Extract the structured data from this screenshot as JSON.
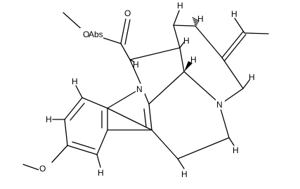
{
  "molecule": {
    "atom_labels": {
      "ester_carbonyl_o": "O",
      "ester_o": "O",
      "abs_flag": "Abs",
      "methoxy_o": "O",
      "n_indole": "N",
      "n_amine": "N",
      "h_top": "H",
      "h_alpha": "H",
      "h_bridge": "H",
      "h_bridgehead": "H",
      "h_cc": "H",
      "h_ch2": "H",
      "h_aryl_a": "H",
      "h_aryl_b": "H",
      "h_aryl_c": "H",
      "h_ring_a": "H",
      "h_ring_b": "H",
      "h_ring_c": "H"
    }
  }
}
